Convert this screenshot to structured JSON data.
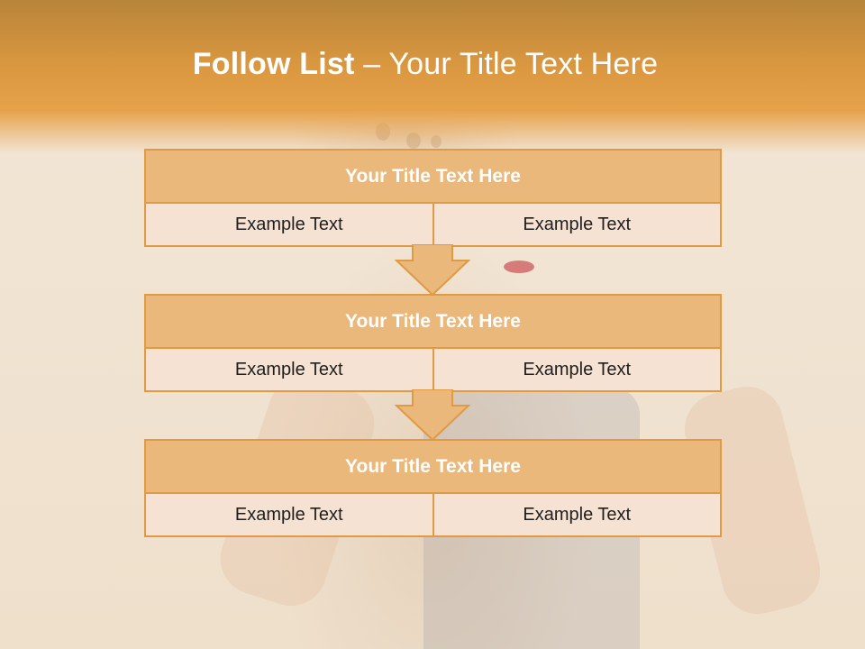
{
  "title": {
    "bold": "Follow List",
    "rest": " – Your Title Text Here"
  },
  "blocks": [
    {
      "title": "Your Title Text Here",
      "cells": [
        "Example Text",
        "Example Text"
      ]
    },
    {
      "title": "Your Title Text Here",
      "cells": [
        "Example Text",
        "Example Text"
      ]
    },
    {
      "title": "Your Title Text Here",
      "cells": [
        "Example Text",
        "Example Text"
      ]
    }
  ],
  "colors": {
    "accent": "#e09a43",
    "header_fill": "#e9b87a",
    "cell_fill": "#f6e2d3",
    "band": "#e6a24a"
  }
}
